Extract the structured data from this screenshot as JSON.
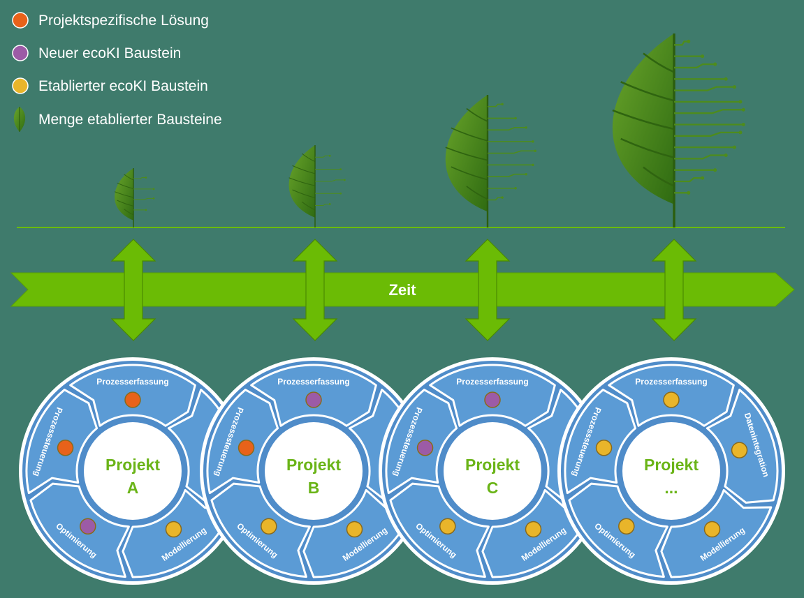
{
  "legend": [
    {
      "label": "Projektspezifische Lösung",
      "color": "#e8621a",
      "kind": "dot"
    },
    {
      "label": "Neuer ecoKI Baustein",
      "color": "#9c5ba6",
      "kind": "dot"
    },
    {
      "label": "Etablierter ecoKI Baustein",
      "color": "#e9b52a",
      "kind": "dot"
    },
    {
      "label": "Menge etablierter Bausteine",
      "color": "#4e8c1c",
      "kind": "leaf"
    }
  ],
  "timeline": {
    "label": "Zeit"
  },
  "colors": {
    "background": "#3f7b6c",
    "arrow": "#6bbb05",
    "segment": "#5b9bd5",
    "segment_stroke": "#ffffff",
    "hub_text": "#6ab417",
    "leaf": "#4e8c1c",
    "project_specific": "#e8621a",
    "new_block": "#9c5ba6",
    "established_block": "#e9b52a"
  },
  "projects": [
    {
      "title_line1": "Projekt",
      "title_line2": "A",
      "segments": [
        {
          "label": "Prozesserfassung",
          "dot": "project_specific"
        },
        {
          "label": "",
          "dot": ""
        },
        {
          "label": "Modellierung",
          "dot": "established_block"
        },
        {
          "label": "Optimierung",
          "dot": "new_block"
        },
        {
          "label": "Prozesssteuerung",
          "dot": "project_specific"
        }
      ]
    },
    {
      "title_line1": "Projekt",
      "title_line2": "B",
      "segments": [
        {
          "label": "Prozesserfassung",
          "dot": "new_block"
        },
        {
          "label": "",
          "dot": ""
        },
        {
          "label": "Modellierung",
          "dot": "established_block"
        },
        {
          "label": "Optimierung",
          "dot": "established_block"
        },
        {
          "label": "Prozesssteuerung",
          "dot": "project_specific"
        }
      ]
    },
    {
      "title_line1": "Projekt",
      "title_line2": "C",
      "segments": [
        {
          "label": "Prozesserfassung",
          "dot": "new_block"
        },
        {
          "label": "",
          "dot": ""
        },
        {
          "label": "Modellierung",
          "dot": "established_block"
        },
        {
          "label": "Optimierung",
          "dot": "established_block"
        },
        {
          "label": "Prozesssteuerung",
          "dot": "new_block"
        }
      ]
    },
    {
      "title_line1": "Projekt",
      "title_line2": "...",
      "segments": [
        {
          "label": "Prozesserfassung",
          "dot": "established_block"
        },
        {
          "label": "Datenintegration",
          "dot": "established_block"
        },
        {
          "label": "Modellierung",
          "dot": "established_block"
        },
        {
          "label": "Optimierung",
          "dot": "established_block"
        },
        {
          "label": "Prozesssteuerung",
          "dot": "established_block"
        }
      ]
    }
  ]
}
